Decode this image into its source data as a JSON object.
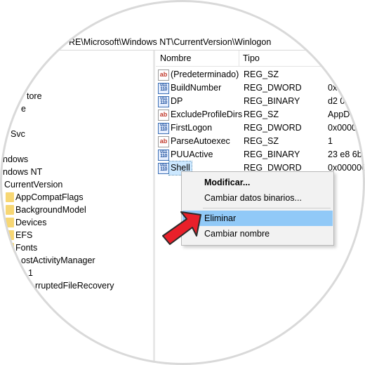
{
  "path": "RE\\Microsoft\\Windows NT\\CurrentVersion\\Winlogon",
  "tree": [
    {
      "label": "tore",
      "folder": false
    },
    {
      "label": "e",
      "folder": false
    },
    {
      "label": "Svc",
      "folder": false
    },
    {
      "label": "ndows",
      "folder": false
    },
    {
      "label": "ndows NT",
      "folder": false
    },
    {
      "label": "CurrentVersion",
      "folder": false
    },
    {
      "label": "AppCompatFlags",
      "folder": true
    },
    {
      "label": "BackgroundModel",
      "folder": true
    },
    {
      "label": "Devices",
      "folder": true
    },
    {
      "label": "EFS",
      "folder": true
    },
    {
      "label": "Fonts",
      "folder": true
    },
    {
      "label": "ostActivityManager",
      "folder": true
    },
    {
      "label": "1",
      "folder": true
    },
    {
      "label": "rruptedFileRecovery",
      "folder": true
    }
  ],
  "columns": {
    "name": "Nombre",
    "type": "Tipo"
  },
  "values": [
    {
      "name": "(Predeterminado)",
      "type": "REG_SZ",
      "data": "",
      "icon": "string-value-icon"
    },
    {
      "name": "BuildNumber",
      "type": "REG_DWORD",
      "data": "0x",
      "icon": "binary-value-icon"
    },
    {
      "name": "DP",
      "type": "REG_BINARY",
      "data": "d2 0",
      "icon": "binary-value-icon"
    },
    {
      "name": "ExcludeProfileDirs",
      "type": "REG_SZ",
      "data": "AppD",
      "icon": "string-value-icon"
    },
    {
      "name": "FirstLogon",
      "type": "REG_DWORD",
      "data": "0x0000",
      "icon": "binary-value-icon"
    },
    {
      "name": "ParseAutoexec",
      "type": "REG_SZ",
      "data": "1",
      "icon": "string-value-icon"
    },
    {
      "name": "PUUActive",
      "type": "REG_BINARY",
      "data": "23 e8 6b",
      "icon": "binary-value-icon"
    },
    {
      "name": "Shell",
      "type": "REG_DWORD",
      "data": "0x000000",
      "icon": "binary-value-icon"
    }
  ],
  "menu": {
    "modificar": "Modificar...",
    "cambiar_binarios": "Cambiar datos binarios...",
    "eliminar": "Eliminar",
    "cambiar_nombre": "Cambiar nombre"
  },
  "colors": {
    "highlight": "#91c9f7",
    "arrow": "#e8202a",
    "selection": "#cce8ff"
  }
}
